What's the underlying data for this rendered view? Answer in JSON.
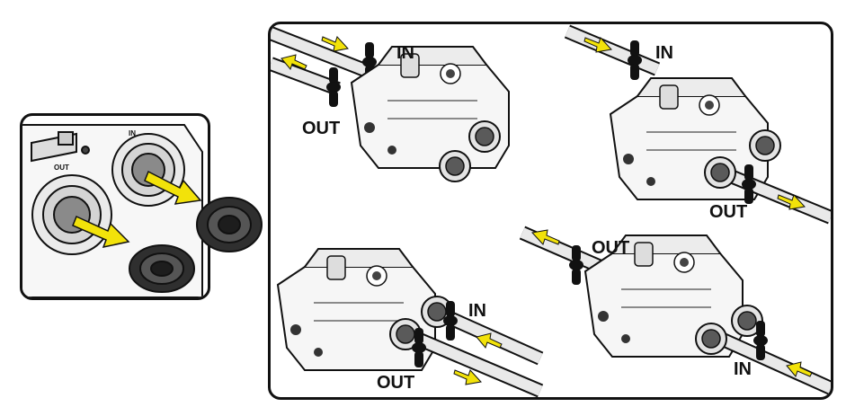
{
  "colors": {
    "arrow": "#f2e20a",
    "pipe_light": "#e9e9e9",
    "pipe_shade": "#9e9e9e",
    "outline": "#111111",
    "nut": "#3a3a3a"
  },
  "icons": [
    "arrow-icon",
    "valve-icon",
    "fitting-nut-icon"
  ],
  "left_panel": {
    "port_labels": {
      "out": "OUT",
      "in": "IN"
    }
  },
  "views": [
    {
      "in_label": "IN",
      "out_label": "OUT"
    },
    {
      "in_label": "IN",
      "out_label": "OUT"
    },
    {
      "in_label": "IN",
      "out_label": "OUT"
    },
    {
      "in_label": "IN",
      "out_label": "OUT"
    }
  ]
}
